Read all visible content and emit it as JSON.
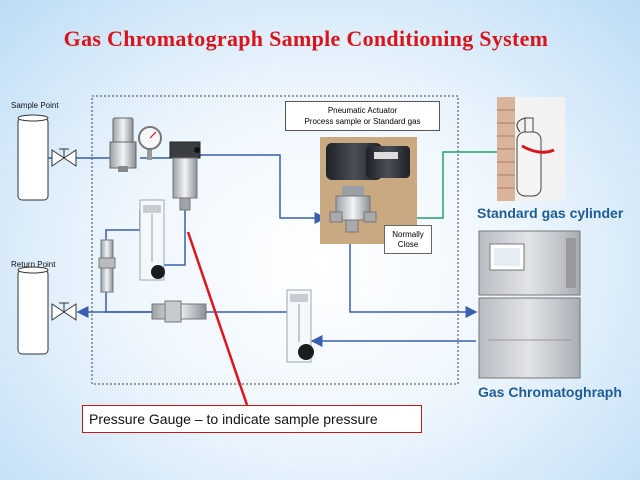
{
  "title": "Gas Chromatograph Sample Conditioning System",
  "labels": {
    "sample_point": "Sample Point",
    "return_point": "Return Point",
    "actuator_line1": "Pneumatic Actuator",
    "actuator_line2": "Process sample or  Standard gas",
    "normally_line1": "Normally",
    "normally_line2": "Close",
    "standard_gas": "Standard gas cylinder",
    "gc": "Gas Chromatoghraph",
    "callout": "Pressure Gauge – to indicate sample pressure"
  },
  "colors": {
    "title": "#d9141b",
    "flow_line": "#3a5fb0",
    "std_gas_line": "#22a06b",
    "callout_line": "#e0141b",
    "label_blue": "#1f5d96"
  }
}
